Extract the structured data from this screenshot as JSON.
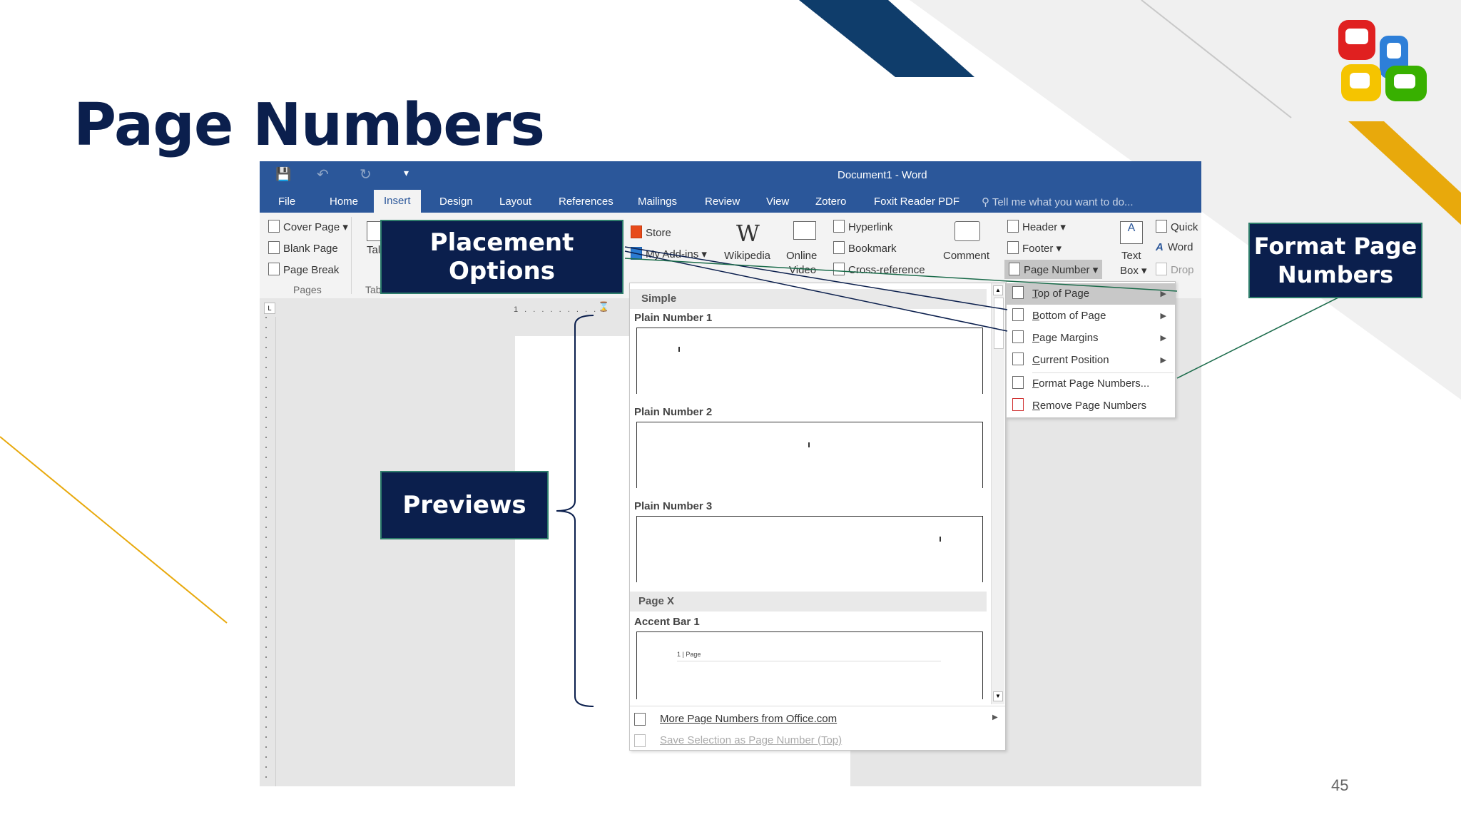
{
  "slide": {
    "title": "Page Numbers",
    "page_number": "45"
  },
  "window": {
    "title": "Document1 - Word"
  },
  "tabs": [
    "File",
    "Home",
    "Insert",
    "Design",
    "Layout",
    "References",
    "Mailings",
    "Review",
    "View",
    "Zotero",
    "Foxit Reader PDF"
  ],
  "active_tab": "Insert",
  "tell_me": "Tell me what you want to do...",
  "ribbon": {
    "pages": {
      "cover": "Cover Page",
      "blank": "Blank Page",
      "break": "Page Break",
      "group": "Pages"
    },
    "table": {
      "label": "Tal",
      "group": "Tab"
    },
    "addins": {
      "store": "Store",
      "my_addins": "My Add-ins",
      "wikipedia": "Wikipedia"
    },
    "media": {
      "online": "Online",
      "video": "Video"
    },
    "links": {
      "hyperlink": "Hyperlink",
      "bookmark": "Bookmark",
      "cross": "Cross-reference"
    },
    "comment": "Comment",
    "header_footer": {
      "header": "Header",
      "footer": "Footer",
      "page_number": "Page Number"
    },
    "text": {
      "text": "Text",
      "box": "Box",
      "quick": "Quick",
      "wordart": "Word",
      "drop": "Drop"
    }
  },
  "gallery": {
    "section_simple": "Simple",
    "items": [
      "Plain Number 1",
      "Plain Number 2",
      "Plain Number 3"
    ],
    "section_pagex": "Page X",
    "accent": "Accent Bar 1",
    "accent_preview": "1 | Page",
    "more": "More Page Numbers from Office.com",
    "save": "Save Selection as Page Number (Top)"
  },
  "submenu": {
    "items": [
      "Top of Page",
      "Bottom of Page",
      "Page Margins",
      "Current Position",
      "Format Page Numbers...",
      "Remove Page Numbers"
    ],
    "mnemonics": [
      "T",
      "B",
      "P",
      "C",
      "F",
      "R"
    ]
  },
  "callouts": {
    "placement": "Placement Options",
    "previews": "Previews",
    "format_line1": "Format Page",
    "format_line2": "Numbers"
  },
  "colors": {
    "title_navy": "#0b1f4d",
    "word_blue": "#2b579a",
    "accent_gold": "#e8a90c",
    "callout_border": "#2e7d6b"
  }
}
